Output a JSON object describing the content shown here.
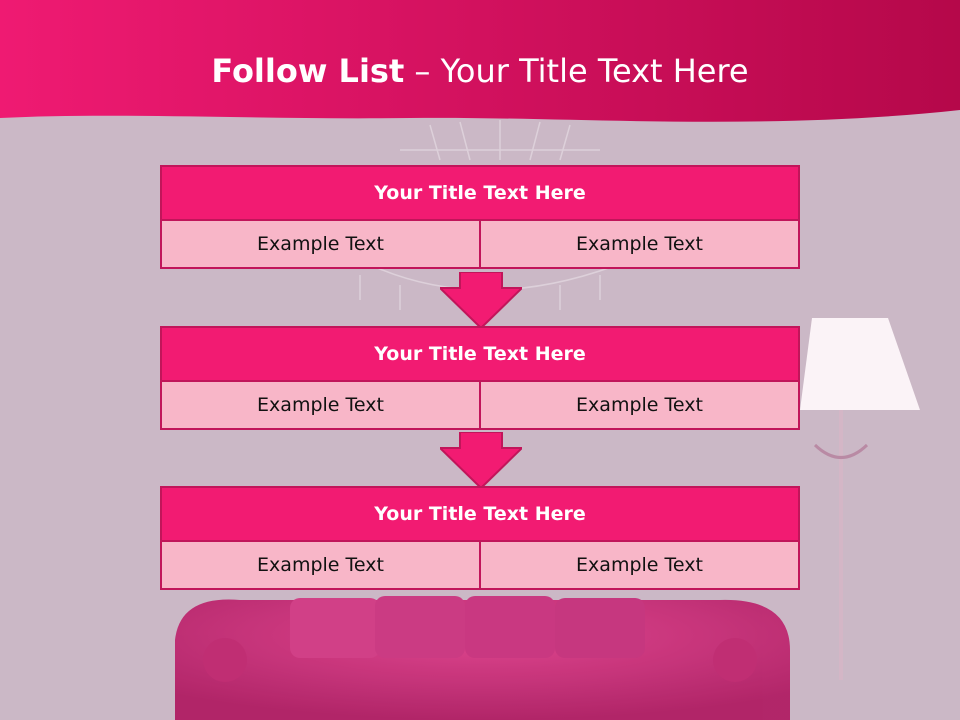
{
  "slide": {
    "title_bold": "Follow List",
    "title_rest": "– Your Title Text Here"
  },
  "blocks": [
    {
      "title": "Your Title Text Here",
      "cells": [
        "Example Text",
        "Example Text"
      ]
    },
    {
      "title": "Your Title Text Here",
      "cells": [
        "Example Text",
        "Example Text"
      ]
    },
    {
      "title": "Your Title Text Here",
      "cells": [
        "Example Text",
        "Example Text"
      ]
    }
  ],
  "colors": {
    "header_pink": "#e8136b",
    "block_title": "#f21b72",
    "cell_fill": "#f8b6c8",
    "border": "#c1155a",
    "background": "#cbb8c6"
  }
}
